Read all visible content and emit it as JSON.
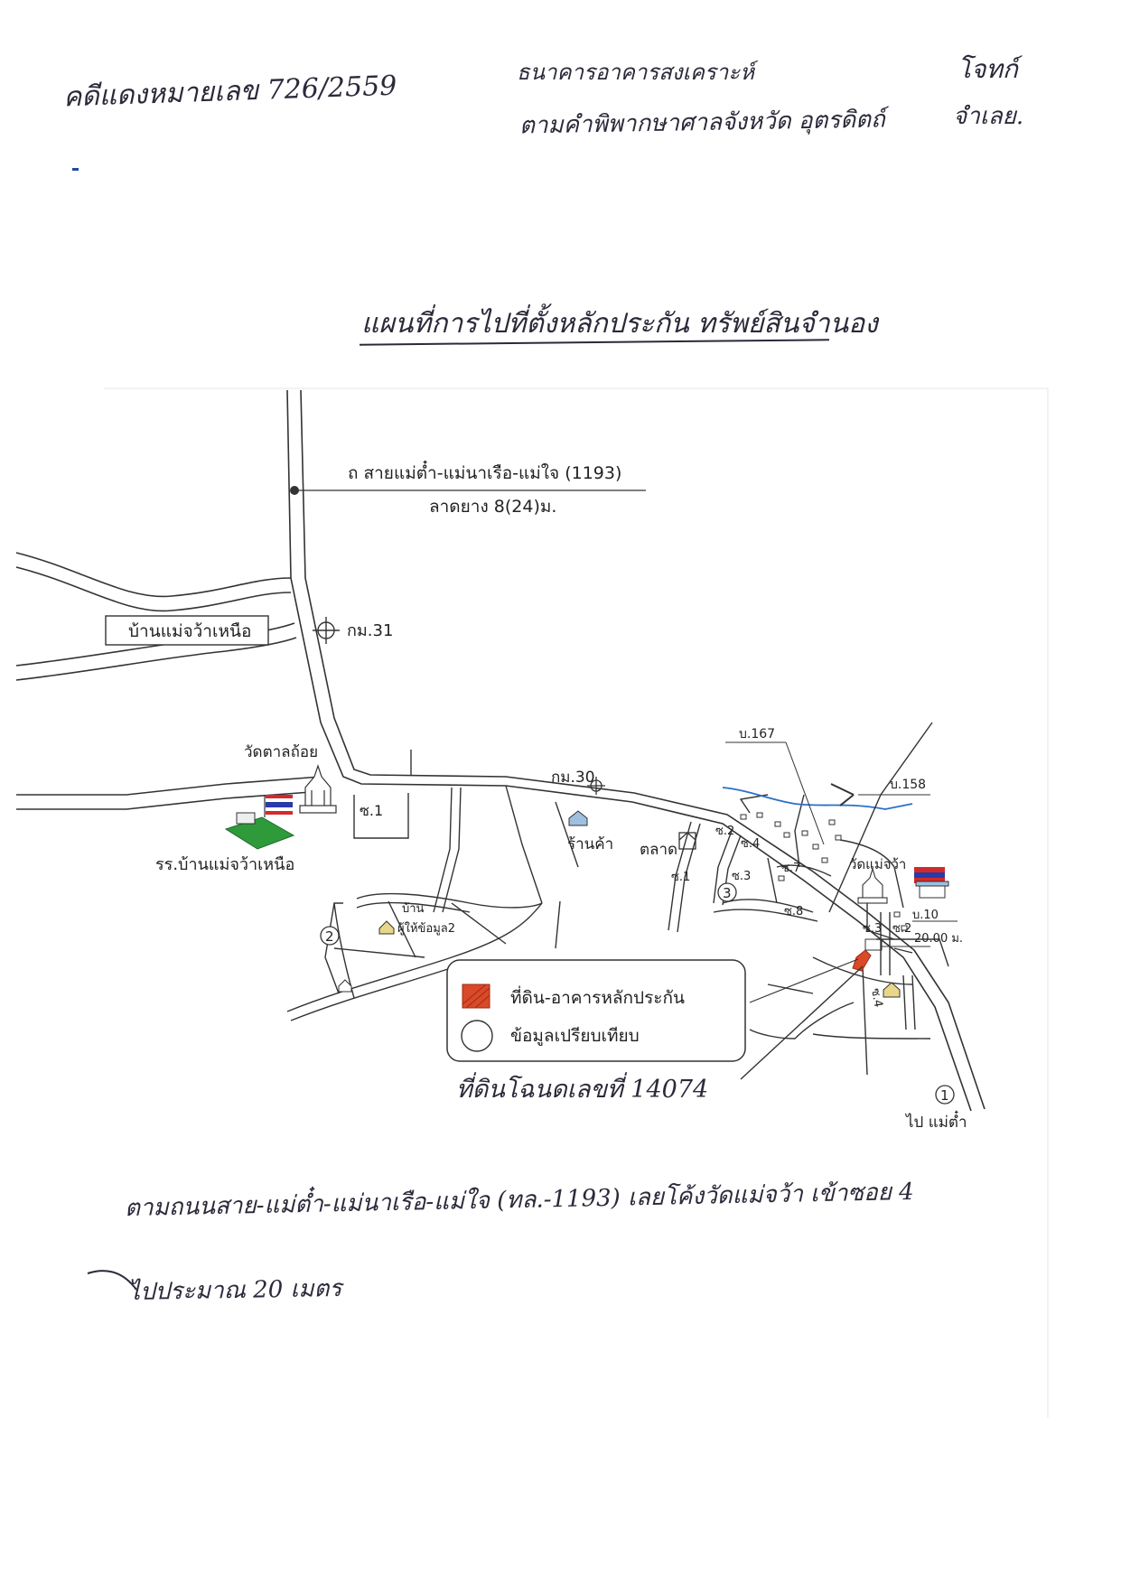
{
  "handwritten": {
    "case_number": "คดีแดงหมายเลข 726/2559",
    "bank_line1": "ธนาคารอาคารสงเคราะห์",
    "bank_line2": "ตามคำพิพากษาศาลจังหวัด อุตรดิตถ์",
    "party_line1": "โจทก์",
    "party_line2": "จำเลย.",
    "map_title": "แผนที่การไปที่ตั้งหลักประกัน ทรัพย์สินจำนอง",
    "land_label": "ที่ดินโฉนดเลขที่ 14074",
    "directions_line1": "ตามถนนสาย-แม่ต๋ำ-แม่นาเรือ-แม่ใจ (ทล.-1193) เลยโค้งวัดแม่จว้า เข้าซอย 4",
    "directions_line2": "ไปประมาณ 20 เมตร"
  },
  "map": {
    "road_name": "ถ สายแม่ต๋ำ-แม่นาเรือ-แม่ใจ (1193)",
    "road_surface": "ลาดยาง 8(24)ม.",
    "village_north": "บ้านแม่จว้าเหนือ",
    "km31": "กม.31",
    "km30": "กม.30",
    "wat_tan": "วัดตาลถ้อย",
    "school": "รร.บ้านแม่จว้าเหนือ",
    "soi1_left": "ซ.1",
    "shop": "ร้านค้า",
    "market": "ตลาด",
    "informant_house_1": "บ้าน",
    "informant_house_2": "ผู้ให้ข้อมูล2",
    "wat_maejwa": "วัดแม่จว้า",
    "house_167": "บ.167",
    "house_158": "บ.158",
    "house_10": "บ.10",
    "distance": "20.00 ม.",
    "soi2": "ซ.2",
    "soi4": "ซ.4",
    "soi3": "ซ.3",
    "soi1": "ซ.1",
    "soi7": "ซ.7",
    "soi8": "ซ.8",
    "soi3b": "ซ.3",
    "soi2b": "ซ.2",
    "soi4b": "ซ.4",
    "marker_1": "1",
    "marker_2": "2",
    "marker_3": "3",
    "to_maetam": "ไป แม่ต๋ำ",
    "legend": {
      "collateral": "ที่ดิน-อาคารหลักประกัน",
      "comparison": "ข้อมูลเปรียบเทียบ"
    },
    "colors": {
      "collateral": "#d9492a",
      "stream": "#2a6fc9",
      "school_green": "#2f9a3a",
      "flag_red": "#d22a2a",
      "flag_blue": "#2a3aa8"
    }
  }
}
